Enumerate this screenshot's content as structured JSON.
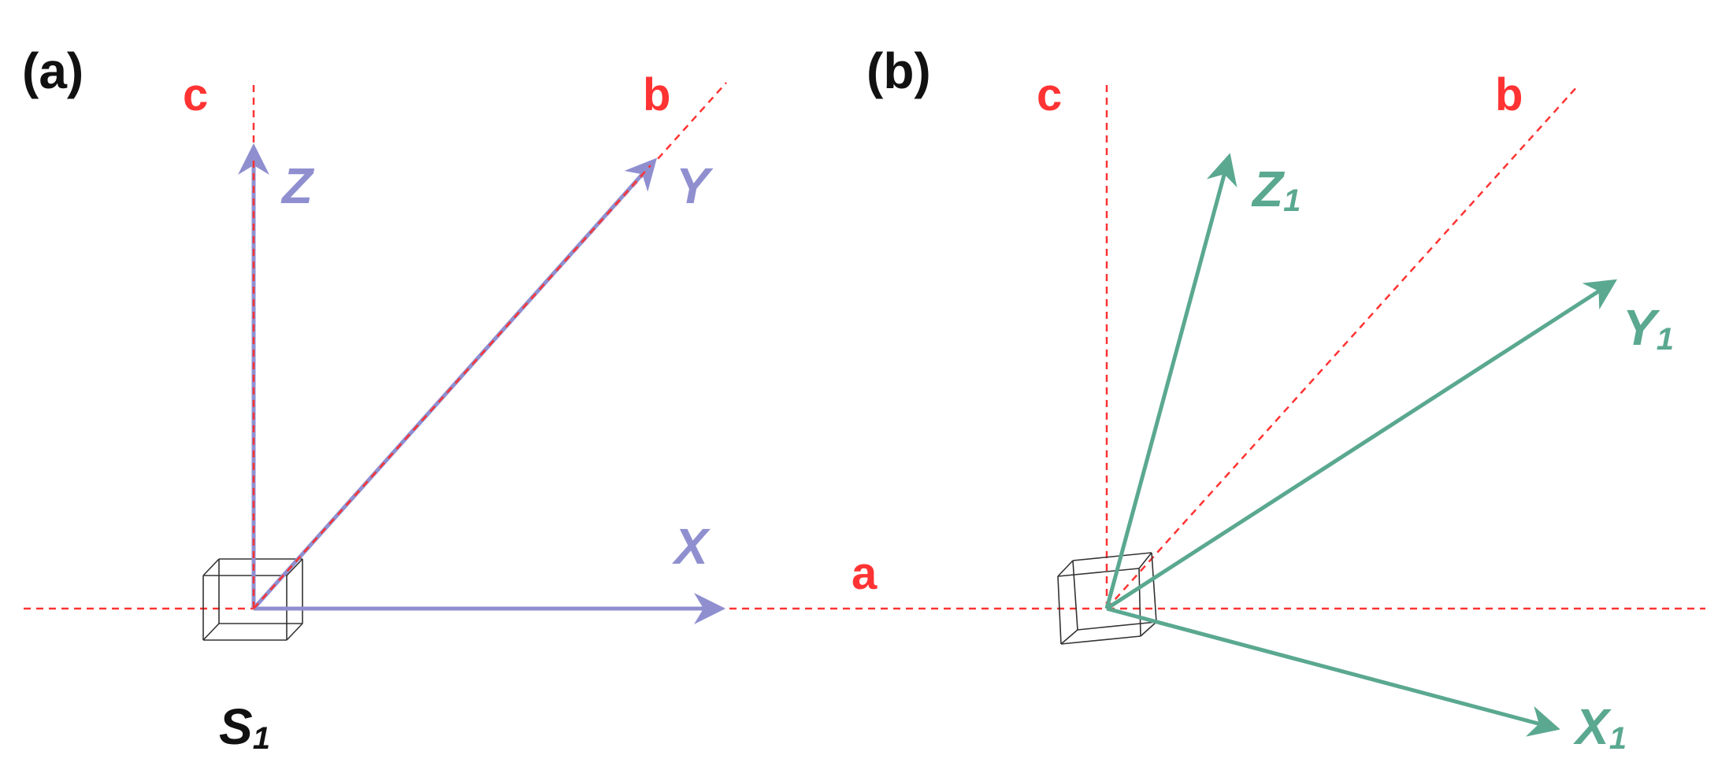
{
  "colors": {
    "reference_axis": "#ff3333",
    "frame_a": "#8f8fd0",
    "frame_b": "#5aa890",
    "text": "#111111",
    "cube": "#333333"
  },
  "panels": [
    {
      "label": "(a)",
      "reference_axes": {
        "a": "a",
        "b": "b",
        "c": "c"
      },
      "frame_axes": {
        "x": "X",
        "y": "Y",
        "z": "Z"
      },
      "crystal": {
        "label_main": "S",
        "label_sub": "1"
      }
    },
    {
      "label": "(b)",
      "frame_axes": {
        "x": "X",
        "x_sub": "1",
        "y": "Y",
        "y_sub": "1",
        "z": "Z",
        "z_sub": "1"
      }
    }
  ]
}
